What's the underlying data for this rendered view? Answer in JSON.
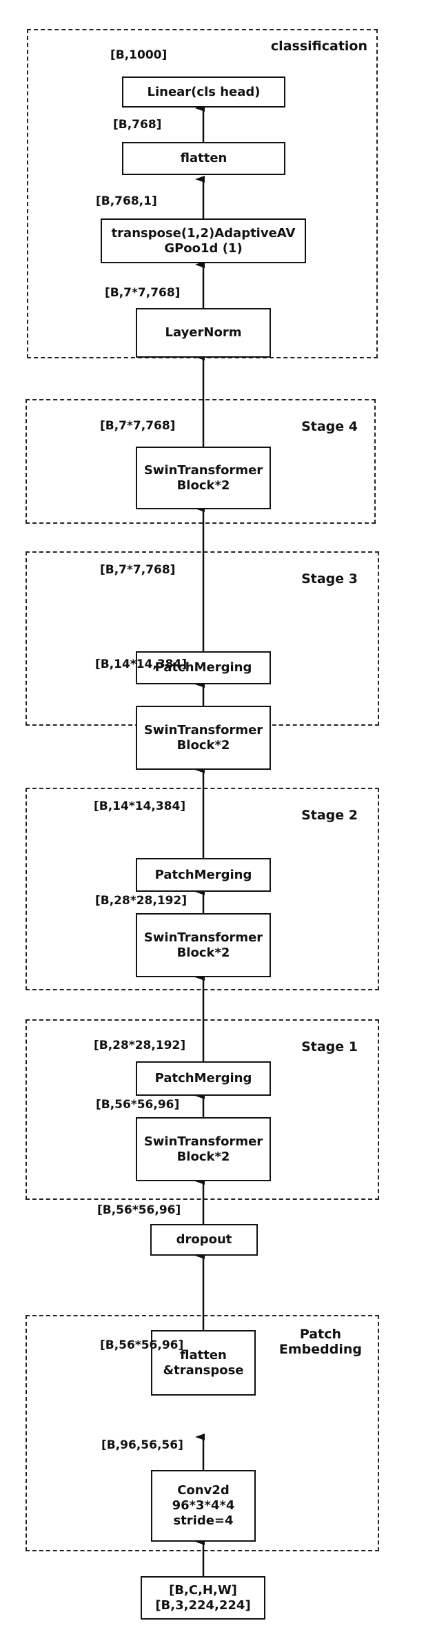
{
  "groups": {
    "classification": "classification",
    "stage4": "Stage 4",
    "stage3": "Stage 3",
    "stage2": "Stage 2",
    "stage1": "Stage 1",
    "patch_embedding": "Patch\nEmbedding"
  },
  "nodes": {
    "linear": "Linear(cls head)",
    "flatten_cls": "flatten",
    "transpose_pool": "transpose(1,2)AdaptiveAV\nGPoo1d (1)",
    "layernorm": "LayerNorm",
    "swin4": "SwinTransformer\nBlock*2",
    "merge3": "PatchMerging",
    "swin3": "SwinTransformer\nBlock*2",
    "merge2": "PatchMerging",
    "swin2": "SwinTransformer\nBlock*2",
    "merge1": "PatchMerging",
    "swin1": "SwinTransformer\nBlock*2",
    "dropout": "dropout",
    "flatten_transpose": "flatten\n&transpose",
    "conv2d": "Conv2d\n96*3*4*4\nstride=4",
    "input": "[B,C,H,W]\n[B,3,224,224]"
  },
  "shapes": {
    "s_1000": "[B,1000]",
    "s_768": "[B,768]",
    "s_768_1": "[B,768,1]",
    "s_ln_in": "[B,7*7,768]",
    "s_stage4_out": "[B,7*7,768]",
    "s_stage3_out": "[B,7*7,768]",
    "s_stage3_mid": "[B,14*14,384]",
    "s_stage2_out": "[B,14*14,384]",
    "s_stage2_mid": "[B,28*28,192]",
    "s_stage1_out": "[B,28*28,192]",
    "s_stage1_mid": "[B,56*56,96]",
    "s_dropout_out": "[B,56*56,96]",
    "s_pe_out": "[B,56*56,96]",
    "s_conv_out": "[B,96,56,56]"
  }
}
